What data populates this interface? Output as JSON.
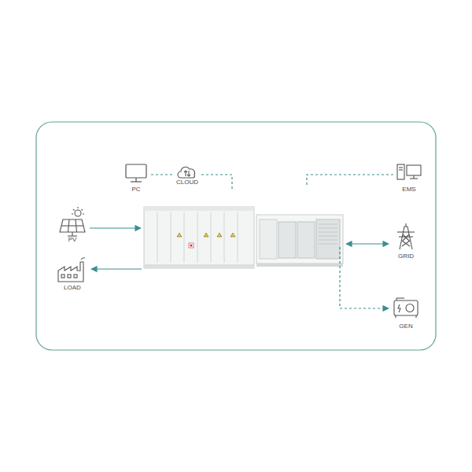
{
  "diagram": {
    "nodes": [
      {
        "text": [
          "PC"
        ]
      },
      {
        "text": [
          "CLOUD"
        ]
      },
      {
        "text": [
          "EMS"
        ]
      },
      {
        "text": [
          "PV"
        ]
      },
      {
        "text": [
          "LOAD"
        ]
      },
      {
        "text": [
          "GRID"
        ]
      },
      {
        "text": [
          "GEN"
        ]
      }
    ],
    "edges": [
      {
        "from": 0,
        "to": 1,
        "arrow": "none"
      }
    ]
  }
}
